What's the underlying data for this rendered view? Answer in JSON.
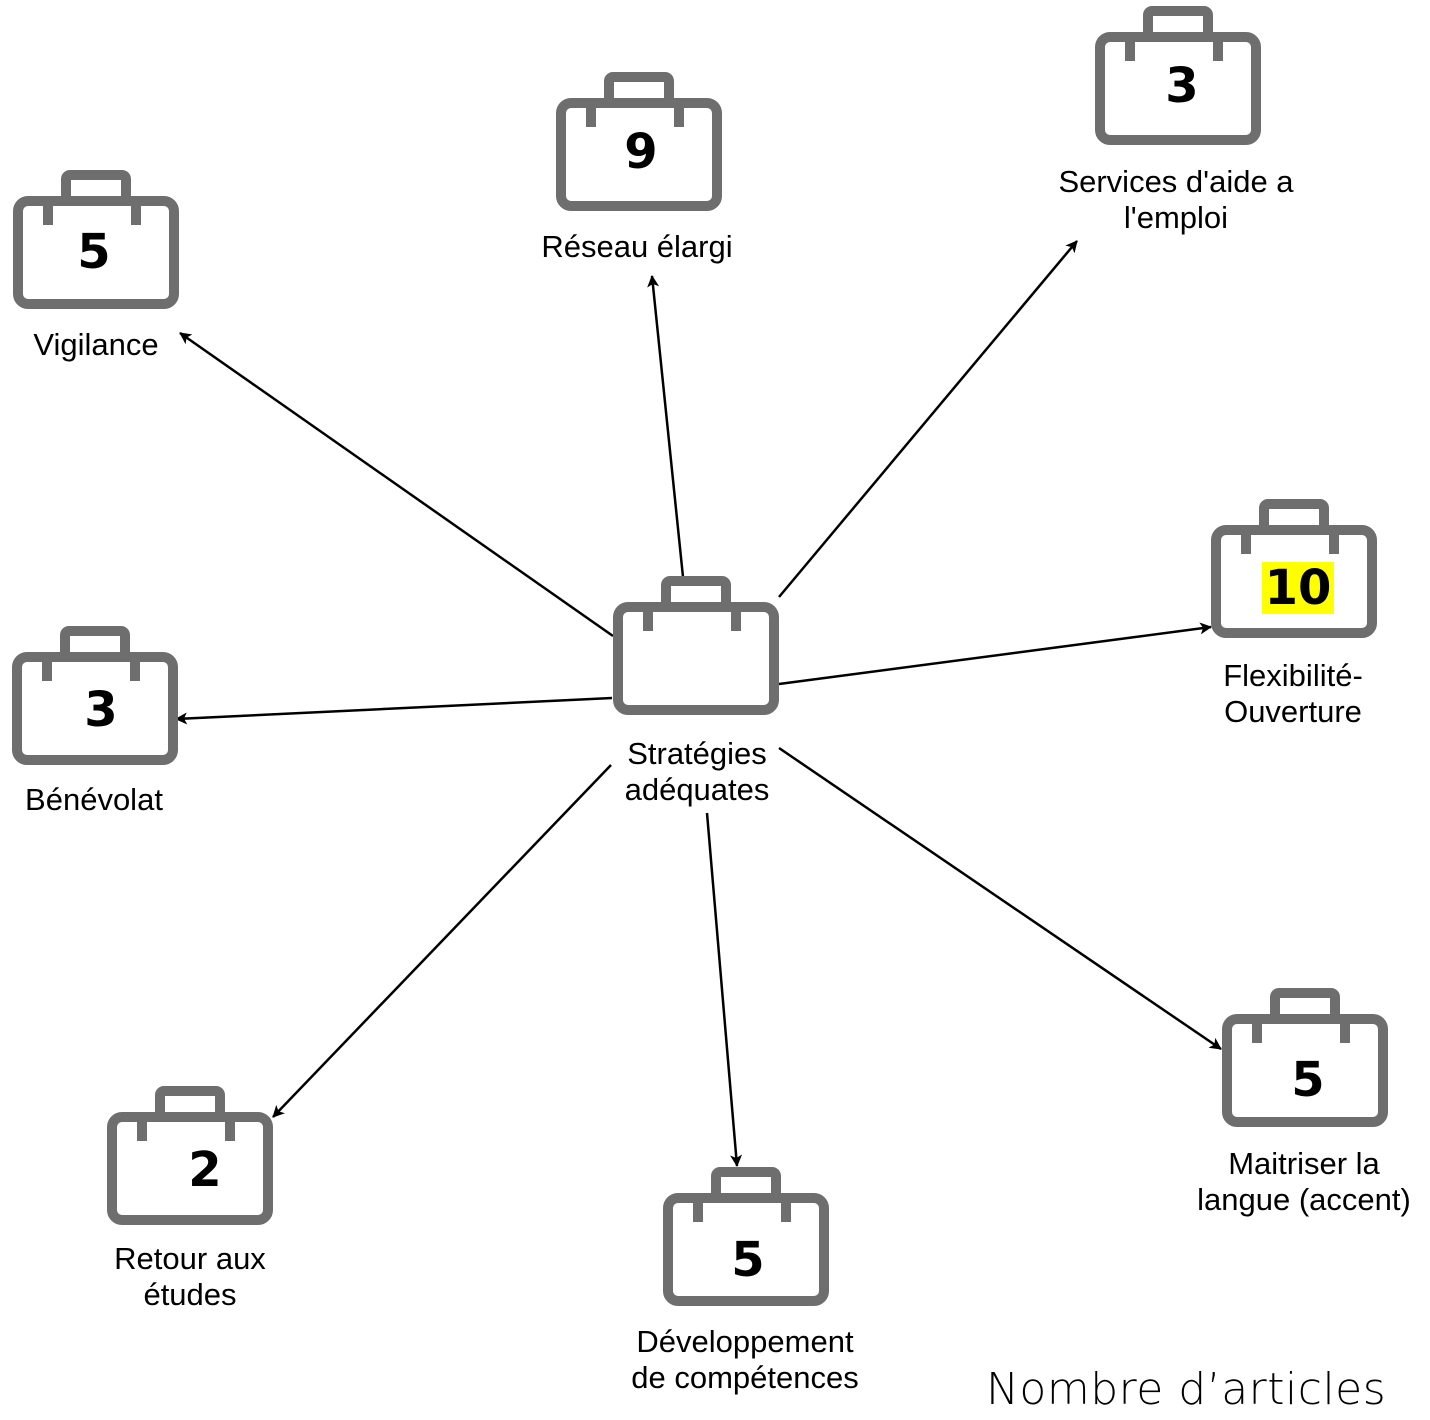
{
  "diagram": {
    "center": {
      "label": "Stratégies\nadéquates",
      "icon": "briefcase-icon"
    },
    "nodes": [
      {
        "id": "vigilance",
        "label": "Vigilance",
        "count": "5",
        "highlight": false,
        "icon": "briefcase-icon"
      },
      {
        "id": "reseau-elargi",
        "label": "Réseau élargi",
        "count": "9",
        "highlight": false,
        "icon": "briefcase-icon"
      },
      {
        "id": "services-aide-emploi",
        "label": "Services d'aide a\nl'emploi",
        "count": "3",
        "highlight": false,
        "icon": "briefcase-icon"
      },
      {
        "id": "flexibilite-ouverture",
        "label": "Flexibilité-\nOuverture",
        "count": "10",
        "highlight": true,
        "icon": "briefcase-icon"
      },
      {
        "id": "benevolat",
        "label": "Bénévolat",
        "count": "3",
        "highlight": false,
        "icon": "briefcase-icon"
      },
      {
        "id": "retour-aux-etudes",
        "label": "Retour aux\nétudes",
        "count": "2",
        "highlight": false,
        "icon": "briefcase-icon"
      },
      {
        "id": "developpement-competences",
        "label": "Développement\nde compétences",
        "count": "5",
        "highlight": false,
        "icon": "briefcase-icon"
      },
      {
        "id": "maitriser-langue",
        "label": "Maitriser la\nlangue (accent)",
        "count": "5",
        "highlight": false,
        "icon": "briefcase-icon"
      }
    ],
    "caption": "Nombre d’articles",
    "colors": {
      "icon": "#6e6e6e",
      "arrow": "#000000",
      "highlight": "#ffff00"
    }
  }
}
